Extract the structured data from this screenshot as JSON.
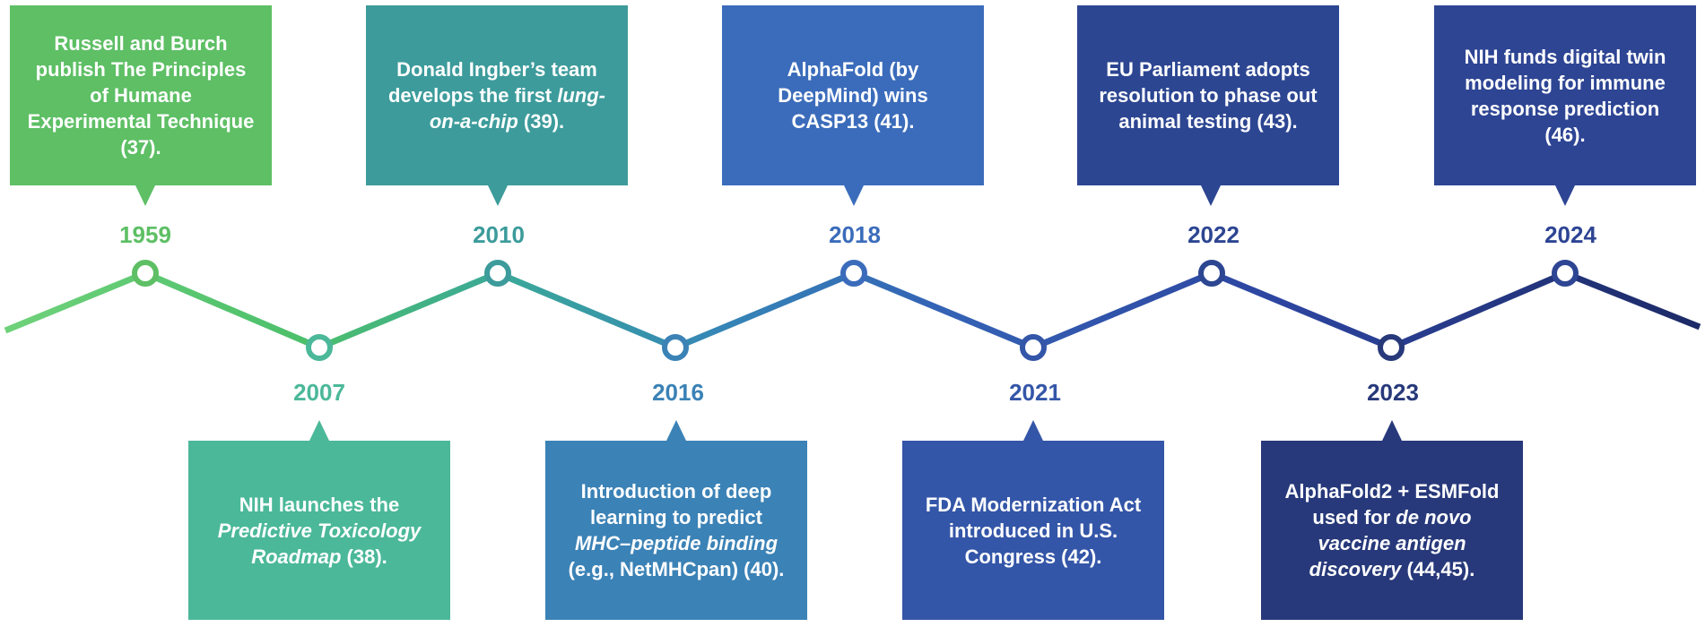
{
  "timeline": {
    "events": [
      {
        "year": "1959",
        "position": "top",
        "color": "#5ebf65",
        "parts": [
          {
            "t": "Russell and Burch publish The Principles of Humane Experimental Technique (37).",
            "i": false
          }
        ]
      },
      {
        "year": "2007",
        "position": "bottom",
        "color": "#4bb899",
        "parts": [
          {
            "t": "NIH launches the ",
            "i": false
          },
          {
            "t": "Predictive Toxicology Roadmap",
            "i": true
          },
          {
            "t": " (38).",
            "i": false
          }
        ]
      },
      {
        "year": "2010",
        "position": "top",
        "color": "#3d9b9b",
        "parts": [
          {
            "t": "Donald Ingber’s team develops the first ",
            "i": false
          },
          {
            "t": "lung-on-a-chip",
            "i": true
          },
          {
            "t": " (39).",
            "i": false
          }
        ]
      },
      {
        "year": "2016",
        "position": "bottom",
        "color": "#3b82b6",
        "parts": [
          {
            "t": "Introduction of deep learning to predict ",
            "i": false
          },
          {
            "t": "MHC–peptide binding",
            "i": true
          },
          {
            "t": " (e.g., NetMHCpan) (40).",
            "i": false
          }
        ]
      },
      {
        "year": "2018",
        "position": "top",
        "color": "#3b6cbb",
        "parts": [
          {
            "t": "AlphaFold (by DeepMind) wins CASP13 (41).",
            "i": false
          }
        ]
      },
      {
        "year": "2021",
        "position": "bottom",
        "color": "#3456a8",
        "parts": [
          {
            "t": "FDA Modernization Act introduced in U.S. Congress (42).",
            "i": false
          }
        ]
      },
      {
        "year": "2022",
        "position": "top",
        "color": "#2d4692",
        "parts": [
          {
            "t": "EU Parliament adopts resolution to phase out animal testing (43).",
            "i": false
          }
        ]
      },
      {
        "year": "2023",
        "position": "bottom",
        "color": "#27397a",
        "parts": [
          {
            "t": "AlphaFold2 + ESMFold used for ",
            "i": false
          },
          {
            "t": "de novo vaccine antigen discovery",
            "i": true
          },
          {
            "t": " (44,45).",
            "i": false
          }
        ]
      },
      {
        "year": "2024",
        "position": "top",
        "color": "#2e4594",
        "parts": [
          {
            "t": "NIH funds digital twin modeling for immune response prediction (46).",
            "i": false
          }
        ]
      }
    ],
    "line": {
      "start_color": "#6fd27a",
      "end_color": "#1c2a66",
      "node_fill": "#ffffff"
    }
  }
}
